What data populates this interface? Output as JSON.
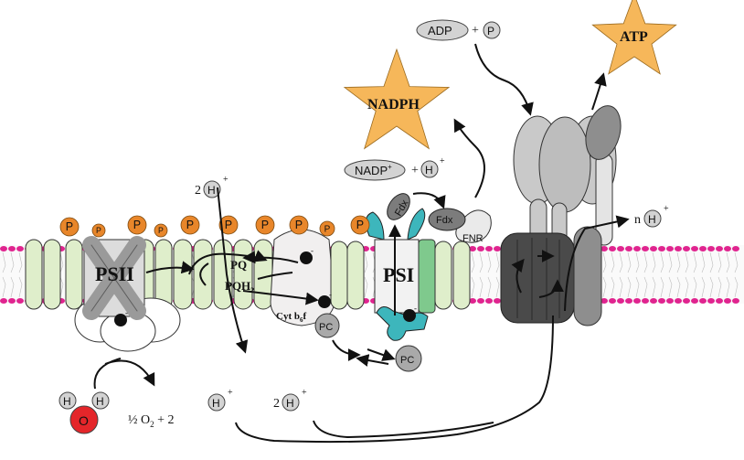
{
  "labels": {
    "psii": "PSII",
    "psi": "PSI",
    "pq": "PQ",
    "pqh2_base": "PQH",
    "pqh2_sub": "2",
    "cyt_base": "Cyt b",
    "cyt_sub": "6",
    "cyt_end": "f",
    "pc": "PC",
    "fdx": "Fdx",
    "fnr": "FNR",
    "nadph": "NADPH",
    "atp": "ATP",
    "adp": "ADP",
    "p": "P",
    "plus": "+",
    "nadp": "NADP",
    "nadp_sup": "+",
    "h": "H",
    "h_sup": "+",
    "two": "2",
    "n": "n",
    "electron": "e",
    "electron_sup": "-",
    "o": "O",
    "o2_prefix": "½ O",
    "o2_sub": "2",
    "o2_suffix": " + 2"
  },
  "colors": {
    "phosphate": "#e8862a",
    "membrane_head": "#e0248f",
    "psii": "#c8c8c8",
    "helix": "#dfeecb",
    "psi_teal": "#3db6bc",
    "atp_synthase_dark": "#4a4a4a",
    "atp_synthase_light": "#c9c9c9",
    "star": "#f6b75a",
    "oxygen": "#e4262a",
    "ellipse": "#d3d3d3"
  }
}
